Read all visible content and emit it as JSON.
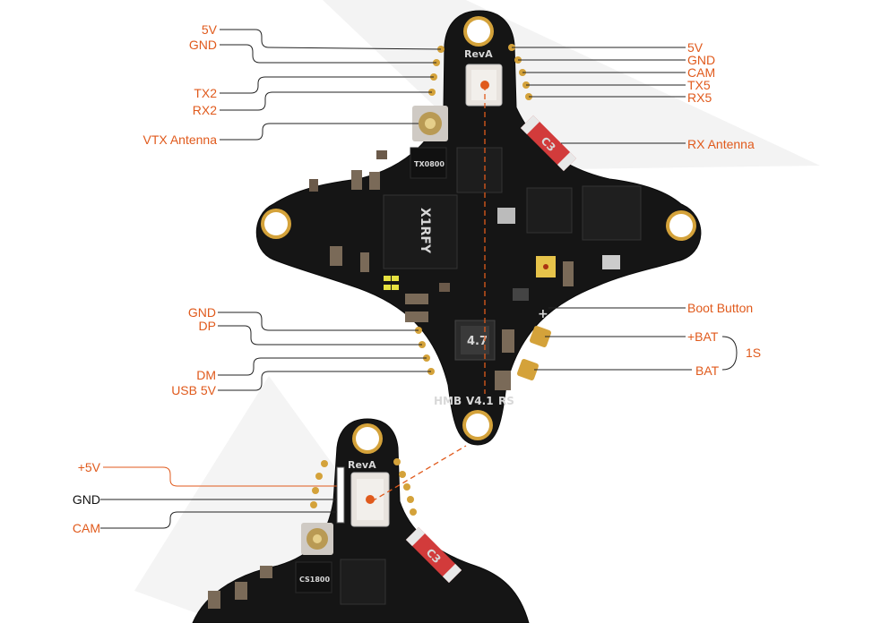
{
  "labels": {
    "top_left": [
      "5V",
      "GND",
      "TX2",
      "RX2",
      "VTX Antenna"
    ],
    "top_right": [
      "5V",
      "GND",
      "CAM",
      "TX5",
      "RX5",
      "RX Antenna"
    ],
    "boot_button": "Boot Button",
    "bat_plus": "+BAT",
    "bat_minus": "BAT",
    "cell_count": "1S",
    "usb_pads": [
      "GND",
      "DP",
      "DM",
      "USB 5V"
    ]
  },
  "bottom_labels": {
    "plus5v": "+5V",
    "gnd": "GND",
    "cam": "CAM"
  },
  "board_silk": {
    "revision": "RevA",
    "brand": "HMB",
    "version": "V4.1",
    "rs": "RS",
    "plus": "+",
    "inductor": "4.7",
    "antenna_chip": "C3",
    "chip_marks": [
      "TX0800",
      "CS1800"
    ],
    "mcu_mark": "X1RFY"
  },
  "colors": {
    "label_orange": "#e05a1c",
    "board": "#151515",
    "pad_gold": "#d4a23a",
    "antenna_red": "#d23b3b"
  }
}
